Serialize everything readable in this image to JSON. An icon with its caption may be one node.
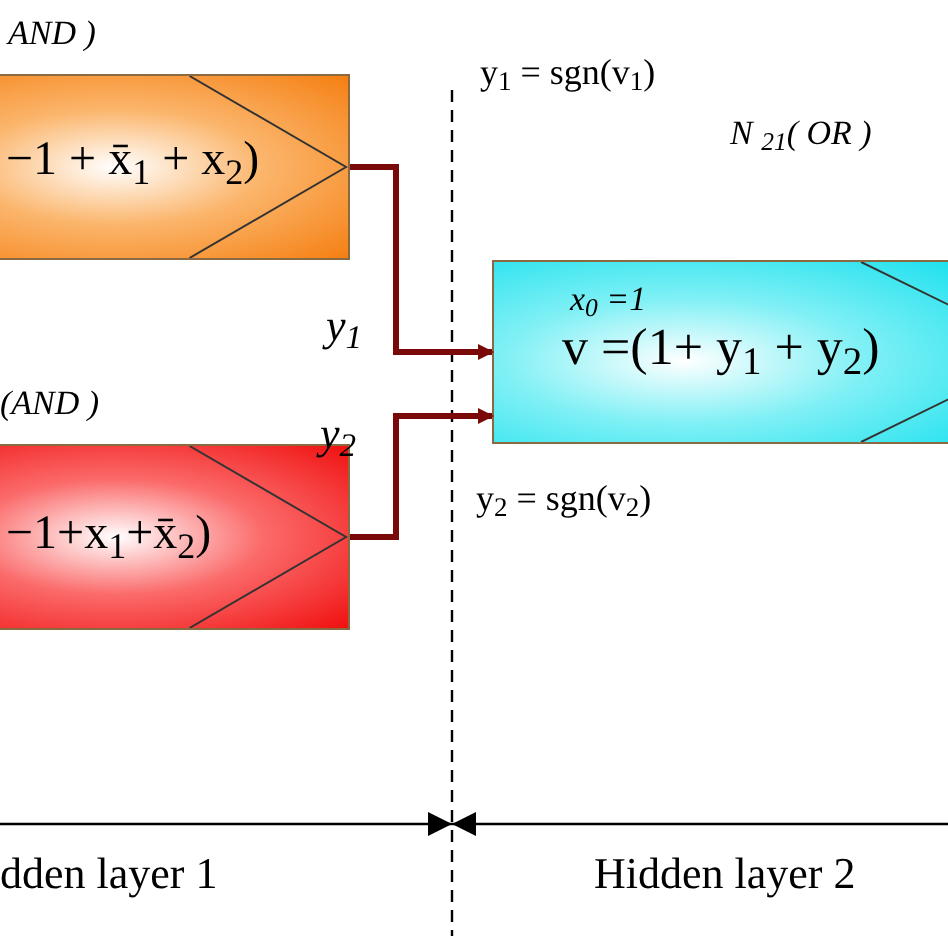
{
  "diagram": {
    "nodes": [
      {
        "text": [
          "−1 + x̄$_{1}$ + x$_{2}$)"
        ],
        "beside": [
          "AND )"
        ]
      },
      {
        "text": [
          "−1+x$_{1}$+x̄$_{2}$)"
        ],
        "beside": [
          "(AND )"
        ]
      },
      {
        "text": [
          "x$_{0}$ =1",
          "v =(1+ y$_{1}$ + y$_{2}$)"
        ],
        "beside": [
          "N $_{21}$( OR )"
        ]
      }
    ],
    "edges": [
      {
        "from": 0,
        "to": 2,
        "arrow": "to",
        "label": "y$_{1}$"
      },
      {
        "from": 1,
        "to": 2,
        "arrow": "to",
        "label": "y$_{2}$"
      }
    ],
    "labels": [
      "y$_{1}$ = sgn(v$_{1}$)",
      "y$_{2}$ = sgn(v$_{2}$)",
      "dden layer 1",
      "Hidden layer 2"
    ]
  }
}
